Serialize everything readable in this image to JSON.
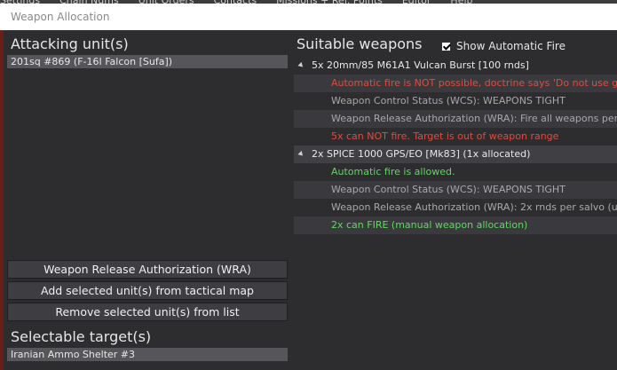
{
  "background_menu": [
    "Settings",
    "Chain Nums",
    "Unit Orders",
    "Contacts",
    "Missions + Ref. Points",
    "Editor",
    "Help"
  ],
  "window": {
    "title": "Weapon Allocation"
  },
  "attacking": {
    "title": "Attacking unit(s)",
    "units": [
      "201sq #869 (F-16I Falcon [Sufa])"
    ]
  },
  "buttons": {
    "wra": "Weapon Release Authorization (WRA)",
    "add": "Add selected unit(s) from tactical map",
    "remove": "Remove selected unit(s) from list"
  },
  "targets": {
    "title": "Selectable target(s)",
    "items": [
      "Iranian Ammo Shelter #3"
    ]
  },
  "weapons": {
    "title": "Suitable weapons",
    "show_auto_fire_label": "Show Automatic Fire",
    "show_auto_fire_checked": true,
    "groups": [
      {
        "label": "5x 20mm/85 M61A1 Vulcan Burst [100 rnds]",
        "details": [
          {
            "text": "Automatic fire is NOT possible, doctrine says 'Do not use g",
            "status": "red"
          },
          {
            "text": "Weapon Control Status (WCS): WEAPONS TIGHT",
            "status": "gray"
          },
          {
            "text": "Weapon Release Authorization (WRA): Fire all weapons per",
            "status": "gray"
          },
          {
            "text": "5x can NOT fire. Target is out of weapon range",
            "status": "red"
          }
        ]
      },
      {
        "label": "2x SPICE 1000 GPS/EO [Mk83] (1x allocated)",
        "details": [
          {
            "text": "Automatic fire is allowed.",
            "status": "green"
          },
          {
            "text": "Weapon Control Status (WCS): WEAPONS TIGHT",
            "status": "gray"
          },
          {
            "text": "Weapon Release Authorization (WRA): 2x rnds per salvo (u",
            "status": "gray"
          },
          {
            "text": "2x can FIRE (manual weapon allocation)",
            "status": "green"
          }
        ]
      }
    ]
  },
  "colors": {
    "red": "#e34a3a",
    "gray": "#a8a8a8",
    "green": "#60d860"
  }
}
